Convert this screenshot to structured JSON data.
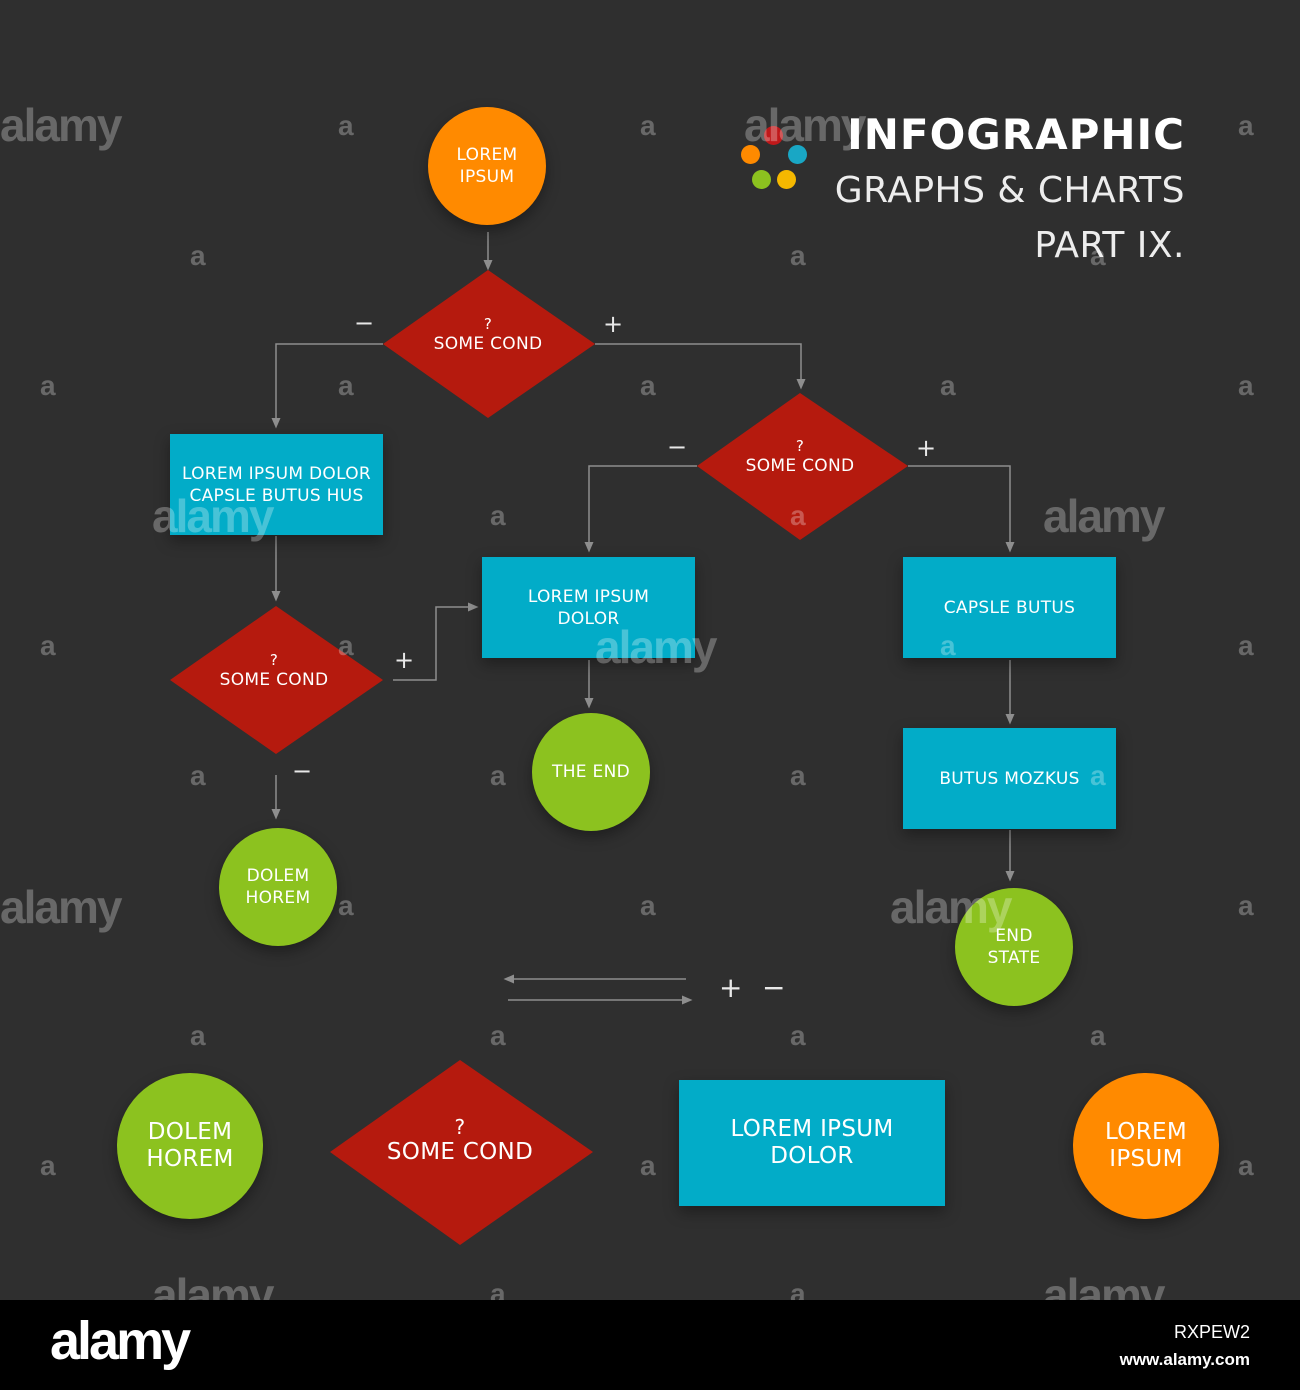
{
  "title": {
    "line1": "INFOGRAPHIC",
    "line2": "GRAPHS & CHARTS",
    "line3": "PART IX."
  },
  "logo_dot_colors": [
    "#c0181a",
    "#19a7c5",
    "#ff8a00",
    "#8cc21f",
    "#f5b800"
  ],
  "colors": {
    "background": "#2f2f2f",
    "orange": "#ff8a00",
    "red": "#b51a0e",
    "blue": "#02acc8",
    "green": "#8cc21f",
    "connector": "#8e8e8e"
  },
  "nodes": {
    "start": "LOREM\nIPSUM",
    "cond_top": {
      "mark": "?",
      "label": "SOME COND"
    },
    "cond_left": {
      "mark": "?",
      "label": "SOME COND"
    },
    "cond_right": {
      "mark": "?",
      "label": "SOME COND"
    },
    "box_left": "LOREM IPSUM DOLOR\nCAPSLE BUTUS HUS",
    "box_middle": "LOREM IPSUM\nDOLOR",
    "box_right": "CAPSLE BUTUS",
    "box_right_lower": "BUTUS  MOZKUS",
    "end_left": "DOLEM\nHOREM",
    "end_middle": "THE END",
    "end_right": "END\nSTATE"
  },
  "signs": {
    "minus": "−",
    "plus": "+"
  },
  "legend": {
    "circle_green": "DOLEM\nHOREM",
    "diamond": {
      "mark": "?",
      "label": "SOME COND"
    },
    "rect": "LOREM IPSUM\nDOLOR",
    "circle_orange": "LOREM\nIPSUM",
    "plus": "+",
    "minus": "−"
  },
  "watermark": {
    "word": "alamy",
    "letter": "a"
  },
  "footer": {
    "logo": "alamy",
    "image_code": "RXPEW2",
    "url": "www.alamy.com"
  }
}
